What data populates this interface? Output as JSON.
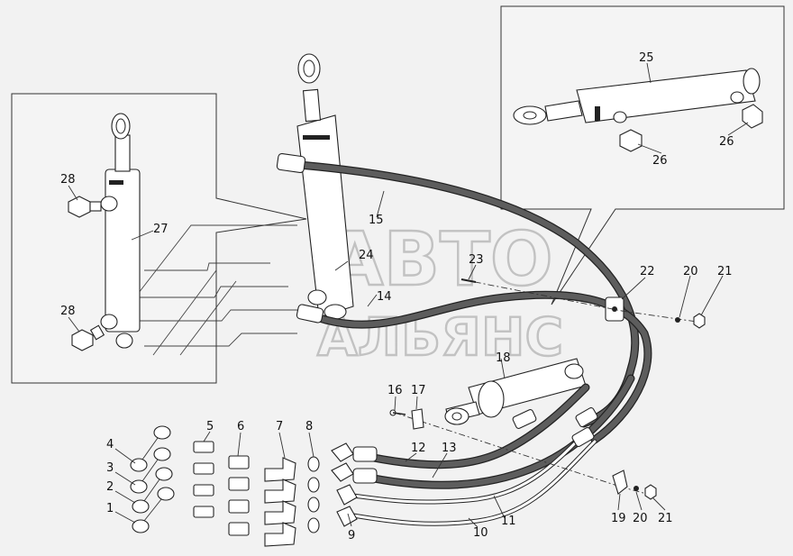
{
  "watermark": {
    "line1": "АВТО",
    "line2": "АЛЬЯНС"
  },
  "labels": {
    "n1": "1",
    "n2": "2",
    "n3": "3",
    "n4": "4",
    "n5": "5",
    "n6": "6",
    "n7": "7",
    "n8": "8",
    "n9": "9",
    "n10": "10",
    "n11": "11",
    "n12": "12",
    "n13": "13",
    "n14": "14",
    "n15": "15",
    "n16": "16",
    "n17": "17",
    "n18": "18",
    "n19": "19",
    "n20a": "20",
    "n20b": "20",
    "n21a": "21",
    "n21b": "21",
    "n22": "22",
    "n23": "23",
    "n24": "24",
    "n25": "25",
    "n26a": "26",
    "n26b": "26",
    "n27": "27",
    "n28a": "28",
    "n28b": "28"
  },
  "colors": {
    "hose": "#222222",
    "watermark": "#bdbdbd",
    "paper": "#f2f2f2"
  }
}
